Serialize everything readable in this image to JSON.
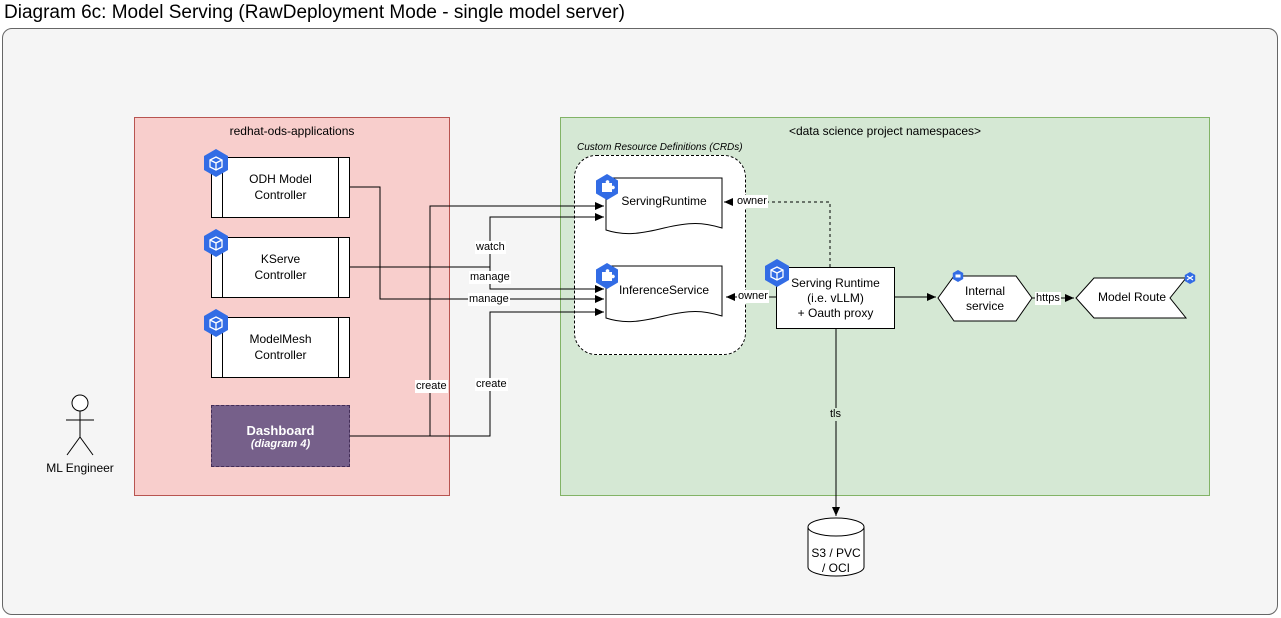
{
  "title": "Diagram 6c: Model Serving (RawDeployment Mode - single model server)",
  "regions": {
    "applications": "redhat-ods-applications",
    "namespaces": "<data science project namespaces>",
    "crds": "Custom Resource Definitions (CRDs)"
  },
  "actor": "ML Engineer",
  "controllers": {
    "odh_line1": "ODH  Model",
    "odh_line2": "Controller",
    "kserve_line1": "KServe",
    "kserve_line2": "Controller",
    "modelmesh_line1": "ModelMesh",
    "modelmesh_line2": "Controller"
  },
  "dashboard": {
    "label": "Dashboard",
    "sub": "(diagram 4)"
  },
  "crd_items": {
    "serving_runtime": "ServingRuntime",
    "inference_service": "InferenceService"
  },
  "server": {
    "line1": "Serving Runtime",
    "line2": "(i.e. vLLM)",
    "line3": "+ Oauth proxy"
  },
  "internal_service": {
    "line1": "Internal",
    "line2": "service"
  },
  "model_route": "Model Route",
  "storage": {
    "line1": "S3 / PVC",
    "line2": "/ OCI"
  },
  "edges": {
    "watch": "watch",
    "manage1": "manage",
    "manage2": "manage",
    "create1": "create",
    "create2": "create",
    "owner1": "owner",
    "owner2": "owner",
    "https": "https",
    "tls": "tls"
  },
  "colors": {
    "applications_fill": "#f8cecc",
    "namespaces_fill": "#d5e8d4",
    "dashboard_fill": "#76608a",
    "k8s_icon": "#326ce5"
  }
}
